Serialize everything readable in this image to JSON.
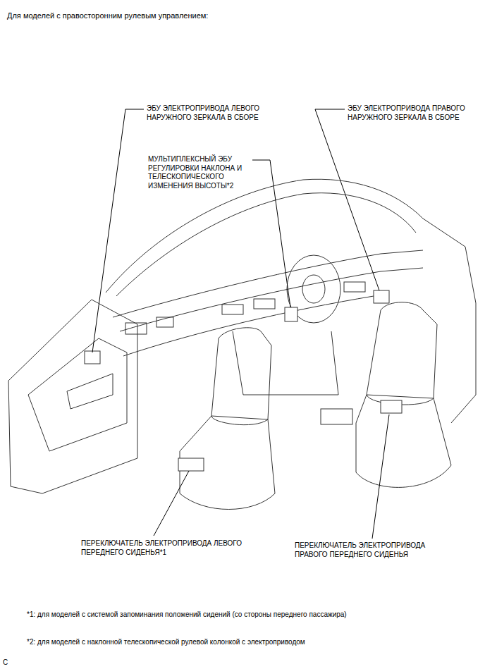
{
  "diagram": {
    "title": "Для моделей с правосторонним рулевым управлением:",
    "labels": [
      "ЭБУ ЭЛЕКТРОПРИВОДА ЛЕВОГО НАРУЖНОГО ЗЕРКАЛА В СБОРЕ",
      "ЭБУ ЭЛЕКТРОПРИВОДА ПРАВОГО НАРУЖНОГО ЗЕРКАЛА В СБОРЕ",
      "МУЛЬТИПЛЕКСНЫЙ ЭБУ РЕГУЛИРОВКИ НАКЛОНА И ТЕЛЕСКОПИЧЕСКОГО ИЗМЕНЕНИЯ ВЫСОТЫ*2",
      "ПЕРЕКЛЮЧАТЕЛЬ ЭЛЕКТРОПРИВОДА ЛЕВОГО ПЕРЕДНЕГО СИДЕНЬЯ*1",
      "ПЕРЕКЛЮЧАТЕЛЬ ЭЛЕКТРОПРИВОДА ПРАВОГО ПЕРЕДНЕГО СИДЕНЬЯ",
      "*1: для моделей с системой запоминания положений сидений (со стороны переднего пассажира)",
      "*2: для моделей с наклонной телескопической рулевой колонкой с электроприводом",
      "C"
    ]
  }
}
